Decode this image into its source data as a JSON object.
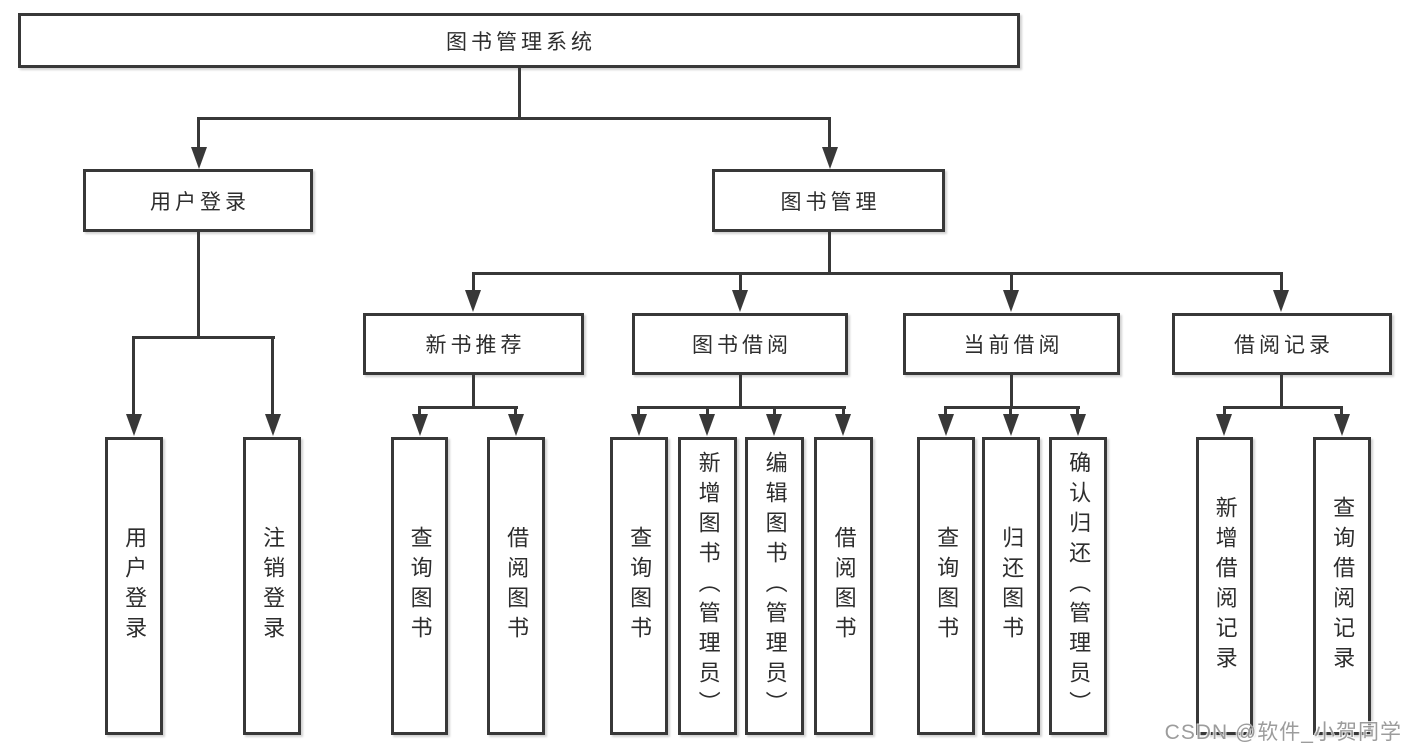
{
  "colors": {
    "line": "#383838",
    "box_border": "#383838",
    "box_fill": "#ffffff",
    "text": "#2d2d2d",
    "watermark": "#949494"
  },
  "tree": {
    "root": "图书管理系统",
    "branches": [
      {
        "label": "用户登录",
        "leaves": [
          "用户登录",
          "注销登录"
        ]
      },
      {
        "label": "图书管理",
        "groups": [
          {
            "label": "新书推荐",
            "leaves": [
              "查询图书",
              "借阅图书"
            ]
          },
          {
            "label": "图书借阅",
            "leaves": [
              "查询图书",
              "新增图书（管理员）",
              "编辑图书（管理员）",
              "借阅图书"
            ]
          },
          {
            "label": "当前借阅",
            "leaves": [
              "查询图书",
              "归还图书",
              "确认归还（管理员）"
            ]
          },
          {
            "label": "借阅记录",
            "leaves": [
              "新增借阅记录",
              "查询借阅记录"
            ]
          }
        ]
      }
    ]
  },
  "watermark": {
    "text": "CSDN @软件_小贺同学"
  }
}
